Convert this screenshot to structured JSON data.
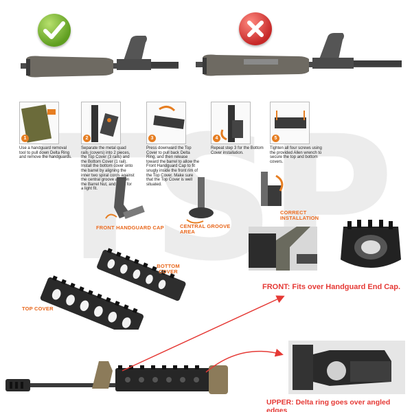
{
  "watermark": "TSP",
  "badges": {
    "ok_icon": "checkmark-icon",
    "no_icon": "x-mark-icon",
    "ok_color": "#6fb02f",
    "no_color": "#d32f2f"
  },
  "steps": [
    {
      "num": "1",
      "text": "Use a handguard removal tool to pull down Delta Ring and remove the handguards."
    },
    {
      "num": "2",
      "text": "Separate the metal quad rails (covers) into 2 pieces, the Top Cover (3 rails) and the Bottom Cover (1 rail). Install the bottom cover onto the barrel by aligning the inner two spiral cords against the central groove area on the Barrel Nut, and push for a light fit."
    },
    {
      "num": "3",
      "text": "Press downward the Top Cover to pull back Delta Ring, and then release toward the barrel to allow the Front Handguard Cap to fit snugly inside the front rim of the Top Cover. Make sure that the Top Cover is well situated."
    },
    {
      "num": "4",
      "text": "Repeat step 3 for the Bottom Cover installation."
    },
    {
      "num": "5",
      "text": "Tighten all four screws using the provided Allen wrench to secure the top and bottom covers."
    }
  ],
  "labels": {
    "front_handguard_cap": "FRONT HANDGUARD CAP",
    "central_groove_area": "CENTRAL GROOVE AREA",
    "correct_installation": "CORRECT INSTALLATION",
    "bottom_cover": "BOTTOM COVER",
    "top_cover": "TOP COVER",
    "front_note": "FRONT:  Fits over Handguard End Cap.",
    "upper_note": "UPPER: Delta ring goes over angled edges"
  },
  "colors": {
    "orange": "#e8661a",
    "red": "#e53935",
    "metal": "#5a5a5a",
    "tan": "#8c7b5a"
  }
}
